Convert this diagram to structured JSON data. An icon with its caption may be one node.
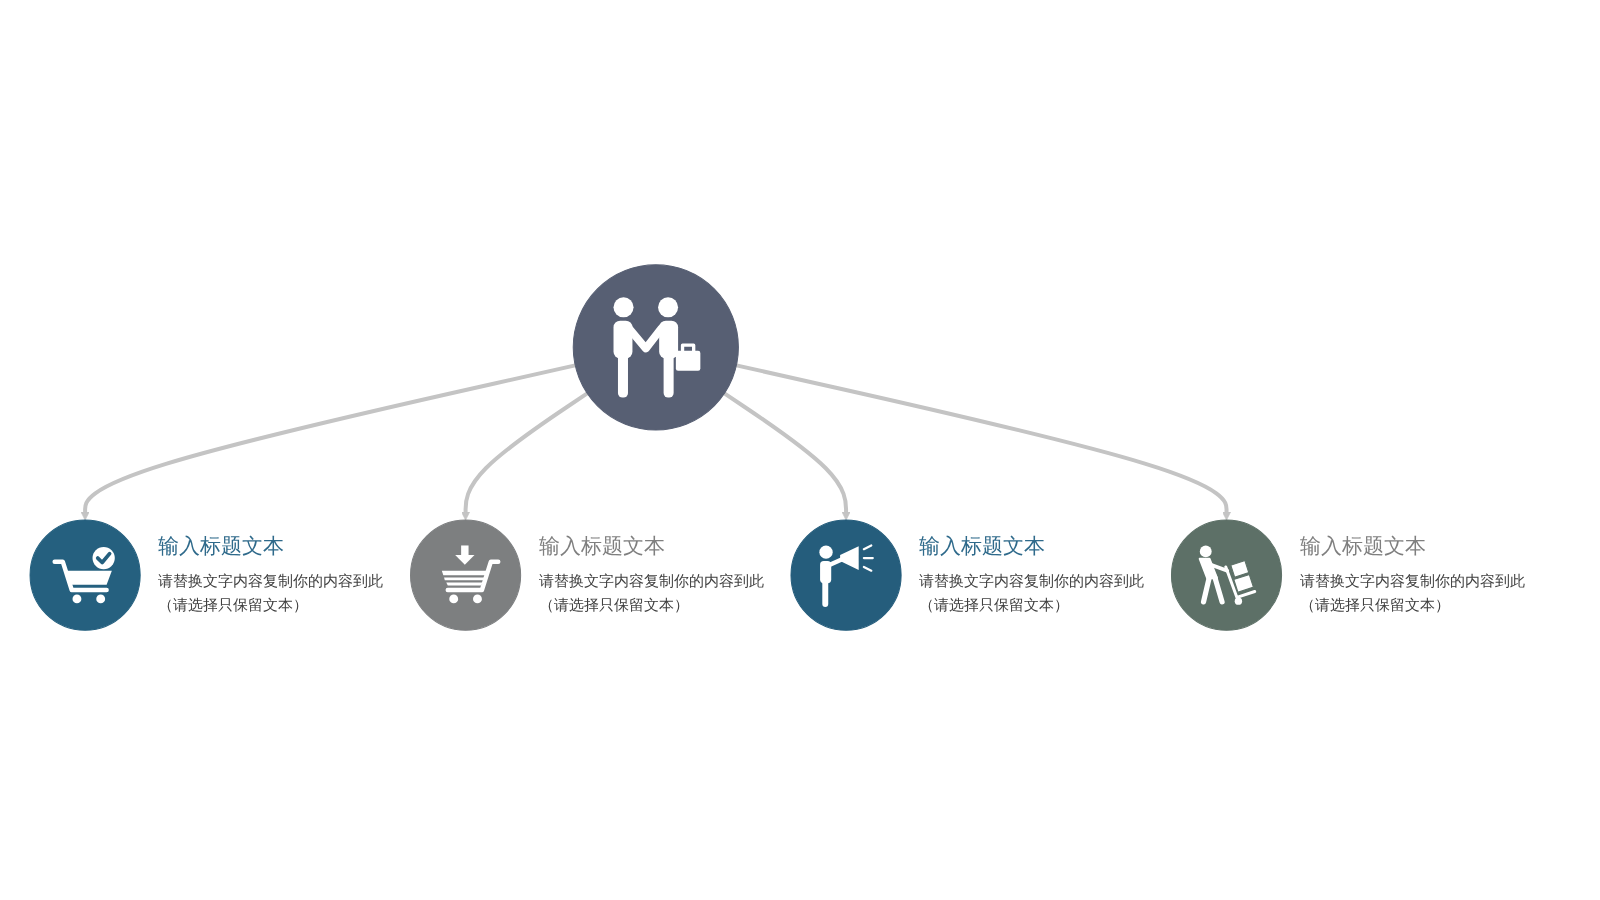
{
  "diagram": {
    "nodes": [
      {
        "text": [],
        "shape": "circle",
        "beside": [
          "输入标题文本",
          "请替换文字内容复制你的内容到此（请选择只保留文本）"
        ]
      },
      {
        "text": [],
        "shape": "circle"
      },
      {
        "text": [],
        "shape": "circle",
        "beside": [
          "输入标题文本",
          "请替换文字内容复制你的内容到此（请选择只保留文本）"
        ]
      },
      {
        "text": [],
        "shape": "circle",
        "beside": [
          "输入标题文本",
          "请替换文字内容复制你的内容到此（请选择只保留文本）"
        ]
      },
      {
        "text": [],
        "shape": "circle",
        "beside": [
          "输入标题文本",
          "请替换文字内容复制你的内容到此（请选择只保留文本）"
        ]
      }
    ],
    "edges": [
      {
        "from": 1,
        "to": 0,
        "arrow": "to"
      },
      {
        "from": 1,
        "to": 2,
        "arrow": "to"
      },
      {
        "from": 1,
        "to": 3,
        "arrow": "to"
      },
      {
        "from": 1,
        "to": 4,
        "arrow": "to"
      }
    ]
  }
}
